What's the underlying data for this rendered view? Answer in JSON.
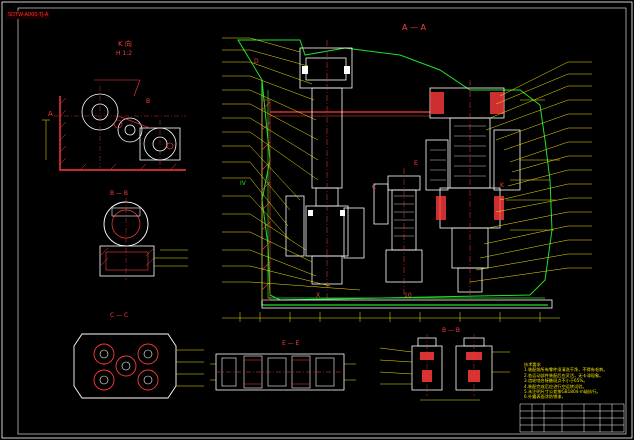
{
  "header": {
    "tag": "SDTW-A000-TJ-A",
    "tag_color": "#ff2a2a"
  },
  "views": {
    "aa": "A — A",
    "kview": "K  向",
    "kscale": "H 1:2",
    "bb": "B — B",
    "cc": "C — C",
    "ee": "E — E",
    "bb2": "B — B"
  },
  "markers": {
    "a_left": "A",
    "b_left": "B",
    "d1": "D",
    "e1": "E",
    "c1": "C",
    "k1": "K",
    "n1": "IV",
    "n2": "10",
    "n3": "X"
  },
  "notes": {
    "title": "技术要求",
    "lines": [
      "1.装配前所有零件须清洗干净，不得有毛刺。",
      "2.各运动部件装配后应灵活，无卡滞现象。",
      "3.齿轮啮合接触斑点不小于65%。",
      "4.装配完成后应进行空运转试验。",
      "5.未注明尺寸公差按GB1804-m级执行。",
      "6.外露表面涂防锈漆。"
    ]
  },
  "title_block": {
    "cells": [
      "",
      "",
      "",
      "",
      "",
      "",
      "",
      "",
      ""
    ]
  },
  "colors": {
    "background": "#000000",
    "outline": "#ffffff",
    "leader": "#f5e400",
    "hatch": "#ff3b3b",
    "centerline": "#ff3b3b",
    "housing": "#22e02a",
    "border": "#ffffff"
  }
}
